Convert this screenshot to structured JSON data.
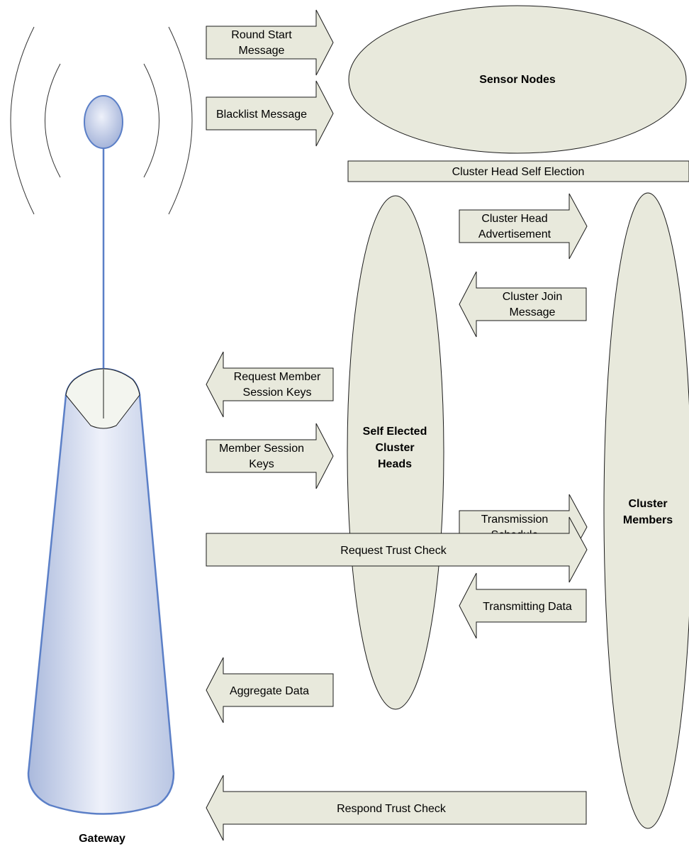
{
  "gateway": {
    "label": "Gateway"
  },
  "nodes": {
    "sensor_nodes": "Sensor Nodes",
    "cluster_heads": [
      "Self Elected",
      "Cluster",
      "Heads"
    ],
    "cluster_members": [
      "Cluster",
      "Members"
    ]
  },
  "election_bar": "Cluster Head Self Election",
  "messages": {
    "round_start": [
      "Round Start",
      "Message"
    ],
    "blacklist": [
      "Blacklist Message"
    ],
    "request_keys": [
      "Request Member",
      "Session Keys"
    ],
    "member_keys": [
      "Member Session",
      "Keys"
    ],
    "aggregate": [
      "Aggregate Data"
    ],
    "ch_advert": [
      "Cluster Head",
      "Advertisement"
    ],
    "join": [
      "Cluster Join",
      "Message"
    ],
    "schedule": [
      "Transmission",
      "Schedule"
    ],
    "transmitting": [
      "Transmitting Data"
    ],
    "request_trust": [
      "Request Trust Check"
    ],
    "respond_trust": [
      "Respond Trust Check"
    ]
  }
}
